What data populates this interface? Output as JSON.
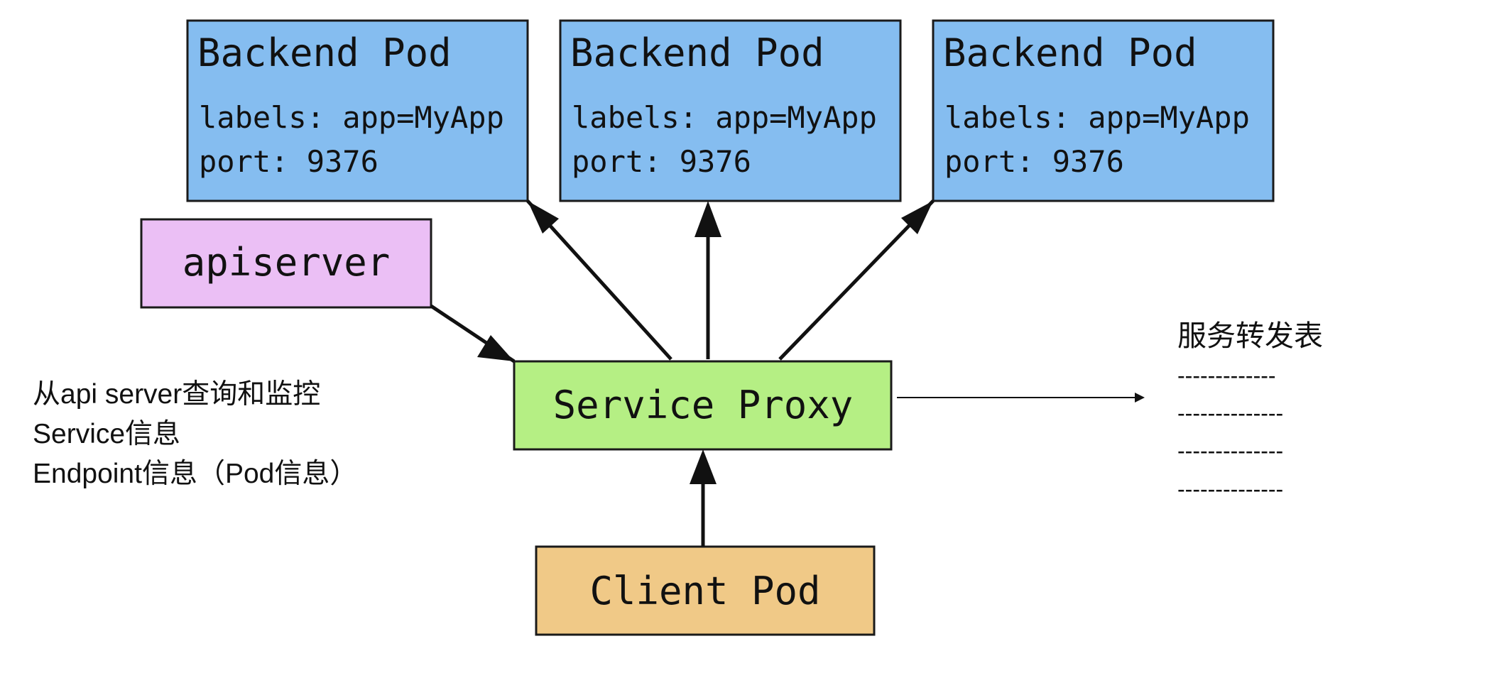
{
  "colors": {
    "backend_fill": "#85bdf0",
    "apiserver_fill": "#ebbff5",
    "proxy_fill": "#b5ef84",
    "client_fill": "#f0c987",
    "stroke": "#1a1a1a"
  },
  "backend_pods": [
    {
      "title": "Backend Pod",
      "labels": "labels: app=MyApp",
      "port": "port: 9376"
    },
    {
      "title": "Backend Pod",
      "labels": "labels: app=MyApp",
      "port": "port: 9376"
    },
    {
      "title": "Backend Pod",
      "labels": "labels: app=MyApp",
      "port": "port: 9376"
    }
  ],
  "apiserver": {
    "label": "apiserver"
  },
  "service_proxy": {
    "label": "Service Proxy"
  },
  "client_pod": {
    "label": "Client Pod"
  },
  "left_note": {
    "lines": [
      "从api server查询和监控",
      "Service信息",
      "Endpoint信息（Pod信息）"
    ]
  },
  "forward_table": {
    "title": "服务转发表",
    "rows": [
      "-------------",
      "--------------",
      "--------------",
      "--------------"
    ]
  }
}
